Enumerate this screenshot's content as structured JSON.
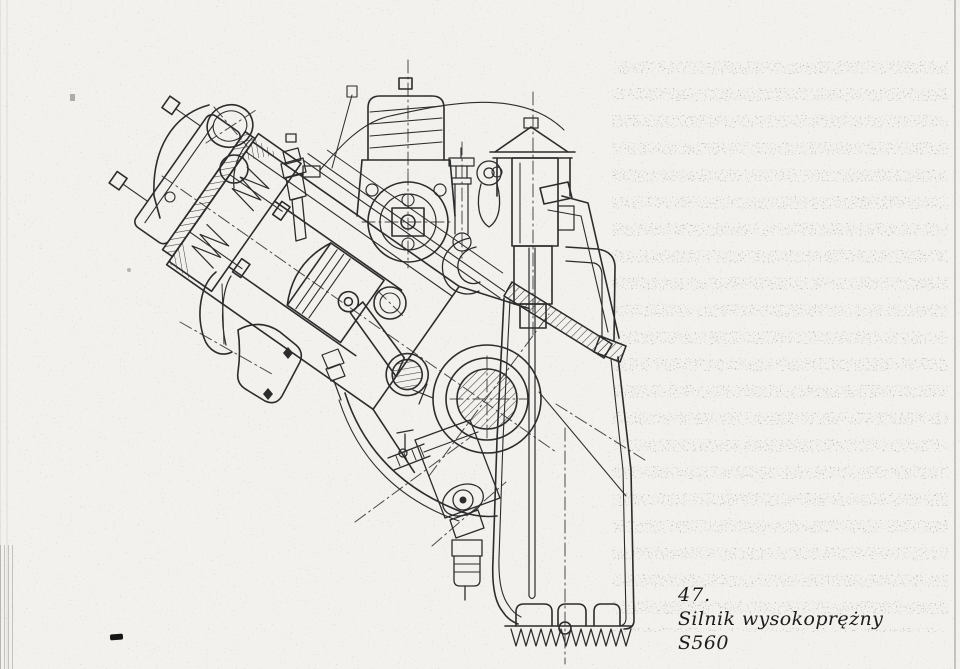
{
  "page": {
    "paper_color": "#f2f1ed",
    "ink_color": "#2c2c2c",
    "figure": {
      "aria_label": "Cutaway technical line drawing of the S560 diesel engine, tilted cylinder section with injection pump, fuel filter and finned oil sump",
      "number": "47.",
      "caption": "Silnik wysokoprężny",
      "model": "S560"
    }
  }
}
